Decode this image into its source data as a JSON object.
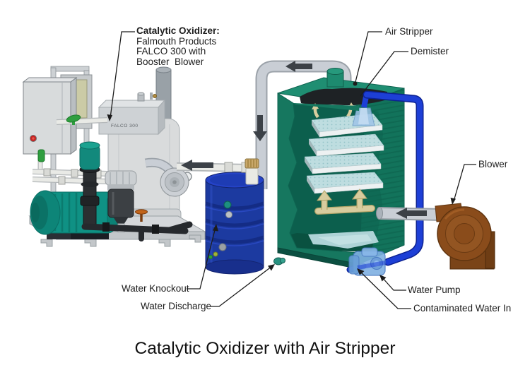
{
  "diagram": {
    "title": "Catalytic Oxidizer with Air Stripper",
    "equipment_badge": "FALCO 300",
    "callouts": {
      "catalytic_oxidizer": {
        "heading": "Catalytic Oxidizer:",
        "lines": [
          "Falmouth Products",
          "FALCO 300 with",
          "Booster  Blower"
        ]
      },
      "air_stripper": "Air Stripper",
      "demister": "Demister",
      "blower": "Blower",
      "water_knockout": "Water Knockout",
      "water_discharge": "Water Discharge",
      "water_pump": "Water Pump",
      "contaminated_water_in": "Contaminated Water In"
    },
    "colors": {
      "background": "#ffffff",
      "ink": "#1c1c1c",
      "stripper_green_front": "#16775f",
      "stripper_green_top": "#1f8e72",
      "stripper_green_side": "#12735b",
      "stripper_interior": "#0c5f4d",
      "pipe_blue": "#1d3fd6",
      "drum_blue": "#1c3aa0",
      "pump_teal": "#0f9184",
      "blower_brown": "#8a4c1b",
      "pipe_gray": "#c9ced5",
      "tray_blue": "#bedde0",
      "flow_arrow_cream": "#d8cc9e",
      "demister_black": "#1e2225",
      "water_pump_blue": "#7fb0e2",
      "emergency_button_red": "#c92121"
    }
  }
}
